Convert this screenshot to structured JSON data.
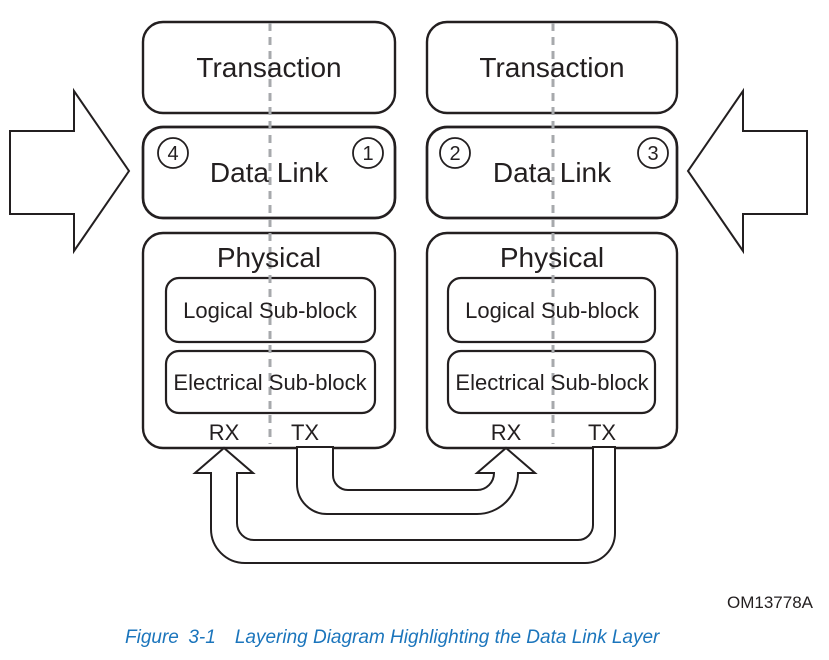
{
  "diagram": {
    "left_device": {
      "transaction": "Transaction",
      "data_link": "Data Link",
      "physical": "Physical",
      "logical_subblock": "Logical Sub-block",
      "electrical_subblock": "Electrical Sub-block",
      "rx": "RX",
      "tx": "TX",
      "badge_top_left": "4",
      "badge_top_right": "1"
    },
    "right_device": {
      "transaction": "Transaction",
      "data_link": "Data Link",
      "physical": "Physical",
      "logical_subblock": "Logical Sub-block",
      "electrical_subblock": "Electrical Sub-block",
      "rx": "RX",
      "tx": "TX",
      "badge_top_left": "2",
      "badge_top_right": "3"
    },
    "artwork_code": "OM13778A"
  },
  "caption": "Figure 3-1  Layering Diagram Highlighting the Data Link Layer",
  "colors": {
    "line": "#231f20",
    "dashed_line": "#a7a9ac",
    "caption_blue": "#1b75bc",
    "background": "#ffffff"
  }
}
